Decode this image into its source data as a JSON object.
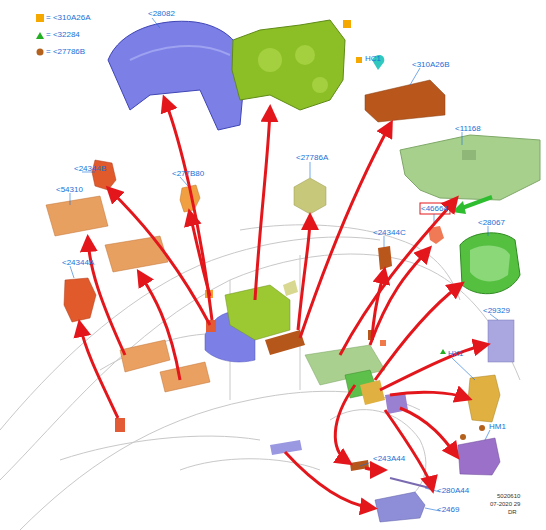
{
  "diagram": {
    "labels": [
      "<28082",
      "HC1",
      "<310A26B",
      "<11168",
      "<46664",
      "<27786A",
      "<24344B",
      "<277B80",
      "<54310",
      "<24344C",
      "<28067",
      "<24344A",
      "<29329",
      "HX1",
      "HM1",
      "<243A44",
      "<280A44",
      "<2469",
      "5020610",
      "07-2020 29",
      "DR"
    ],
    "legend": [
      {
        "text": "= <310A26A",
        "color": "#f5a800"
      },
      {
        "text": "= <32284",
        "color": "#22b022"
      },
      {
        "text": "= <27786B",
        "color": "#b5611e"
      }
    ]
  }
}
